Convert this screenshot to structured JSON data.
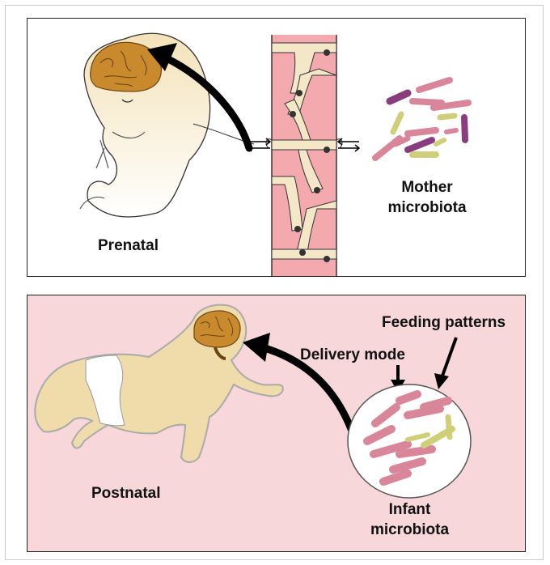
{
  "prenatal_panel": {
    "stage_label": "Prenatal",
    "microbiota_label_line1": "Mother",
    "microbiota_label_line2": "microbiota"
  },
  "postnatal_panel": {
    "stage_label": "Postnatal",
    "factor_delivery": "Delivery mode",
    "factor_feeding": "Feeding patterns",
    "microbiota_label_line1": "Infant",
    "microbiota_label_line2": "microbiota"
  },
  "colors": {
    "placenta_pink": "#f3a9ae",
    "bottom_panel_bg": "#f7d7da",
    "skin": "#f3e2c0",
    "brain": "#c98a2e",
    "bacteria_purple": "#8a3d7e",
    "bacteria_pink": "#d9869a",
    "bacteria_yellow": "#cfcf7a"
  }
}
